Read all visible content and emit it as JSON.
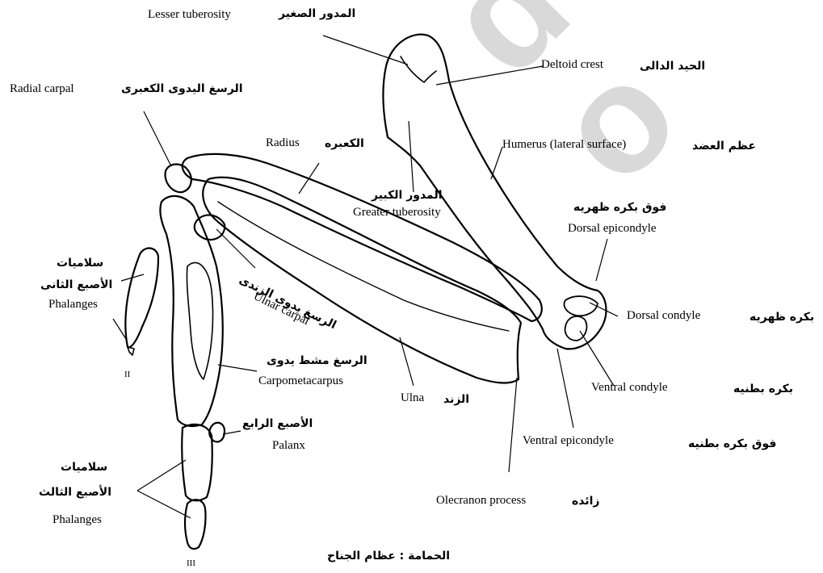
{
  "labels": {
    "lesser_tuberosity_en": "Lesser tuberosity",
    "lesser_tuberosity_ar": "المدور الصغير",
    "deltoid_crest_en": "Deltoid crest",
    "deltoid_crest_ar": "الحيد الدالى",
    "radial_carpal_en": "Radial carpal",
    "radial_carpal_ar": "الرسغ اليدوى الكعبرى",
    "radius_en": "Radius",
    "radius_ar": "الكعبره",
    "humerus_en": "Humerus (lateral surface)",
    "humerus_ar": "عظم العضد",
    "greater_tuberosity_ar": "المدور الكبير",
    "greater_tuberosity_en": "Greater tuberosity",
    "dorsal_epicondyle_ar": "فوق بكره ظهريه",
    "dorsal_epicondyle_en": "Dorsal epicondyle",
    "phalanges_digit2_ar1": "سلاميات",
    "phalanges_digit2_ar2": "الأصبع الثانى",
    "phalanges_digit2_en": "Phalanges",
    "ulnar_carpal_ar": "الرسغ يدوى الزندى",
    "ulnar_carpal_en": "Ulnar carpal",
    "dorsal_condyle_en": "Dorsal condyle",
    "dorsal_condyle_ar": "بكره ظهريه",
    "carpometacarpus_ar": "الرسغ مشط يدوى",
    "carpometacarpus_en": "Carpometacarpus",
    "ventral_condyle_en": "Ventral condyle",
    "ventral_condyle_ar": "بكره بطنيه",
    "numeral_II": "II",
    "ulna_en": "Ulna",
    "ulna_ar": "الزند",
    "digit4_ar": "الأصبع الرابع",
    "digit4_en": "Palanx",
    "ventral_epicondyle_en": "Ventral epicondyle",
    "ventral_epicondyle_ar": "فوق بكره بطنيه",
    "phalanges_digit3_ar1": "سلاميات",
    "phalanges_digit3_ar2": "الأصبع الثالث",
    "phalanges_digit3_en": "Phalanges",
    "olecranon_en": "Olecranon process",
    "olecranon_ar": "زائده",
    "numeral_III": "III",
    "caption_ar": "الحمامة : عظام الجناح"
  },
  "watermark": "d i . c o"
}
